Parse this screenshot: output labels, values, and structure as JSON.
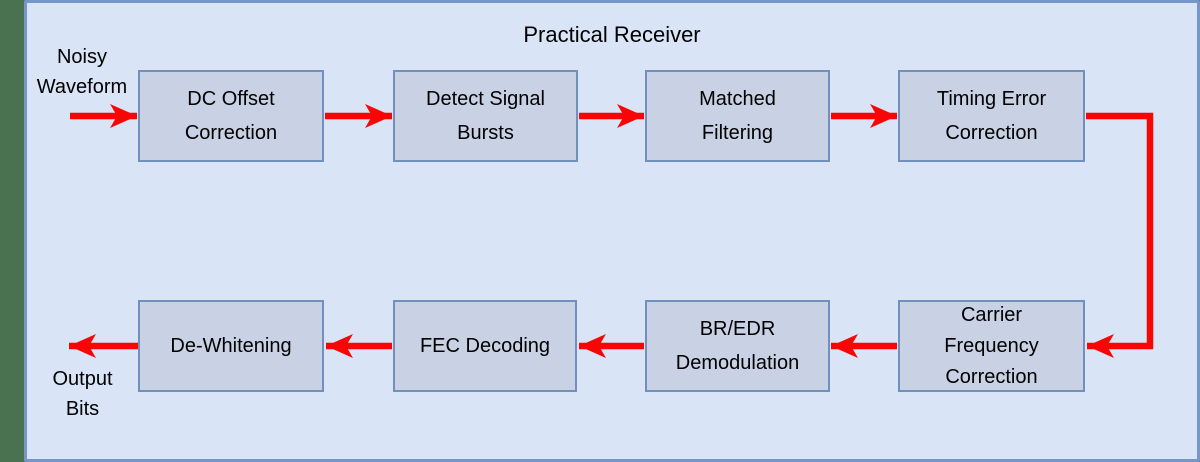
{
  "diagram": {
    "title": "Practical Receiver",
    "input_label": {
      "lines": [
        "Noisy",
        "Waveform"
      ]
    },
    "output_label": {
      "lines": [
        "Output",
        "Bits"
      ]
    },
    "blocks": [
      {
        "id": "dc-offset-correction",
        "lines": [
          "DC Offset",
          "Correction"
        ]
      },
      {
        "id": "detect-signal-bursts",
        "lines": [
          "Detect Signal",
          "Bursts"
        ]
      },
      {
        "id": "matched-filtering",
        "lines": [
          "Matched",
          "Filtering"
        ]
      },
      {
        "id": "timing-error-correction",
        "lines": [
          "Timing Error",
          "Correction"
        ]
      },
      {
        "id": "carrier-frequency-correction",
        "lines": [
          "Carrier",
          "Frequency",
          "Correction"
        ]
      },
      {
        "id": "br-edr-demodulation",
        "lines": [
          "BR/EDR",
          "Demodulation"
        ]
      },
      {
        "id": "fec-decoding",
        "lines": [
          "FEC Decoding"
        ]
      },
      {
        "id": "de-whitening",
        "lines": [
          "De-Whitening"
        ]
      }
    ]
  },
  "colors": {
    "outer_background": "#4A7150",
    "panel_background": "#D9E4F6",
    "panel_border": "#7695C8",
    "block_background": "#C8D2E4",
    "block_border": "#7290BE",
    "arrow": "#FA0505",
    "text": "#000000"
  }
}
